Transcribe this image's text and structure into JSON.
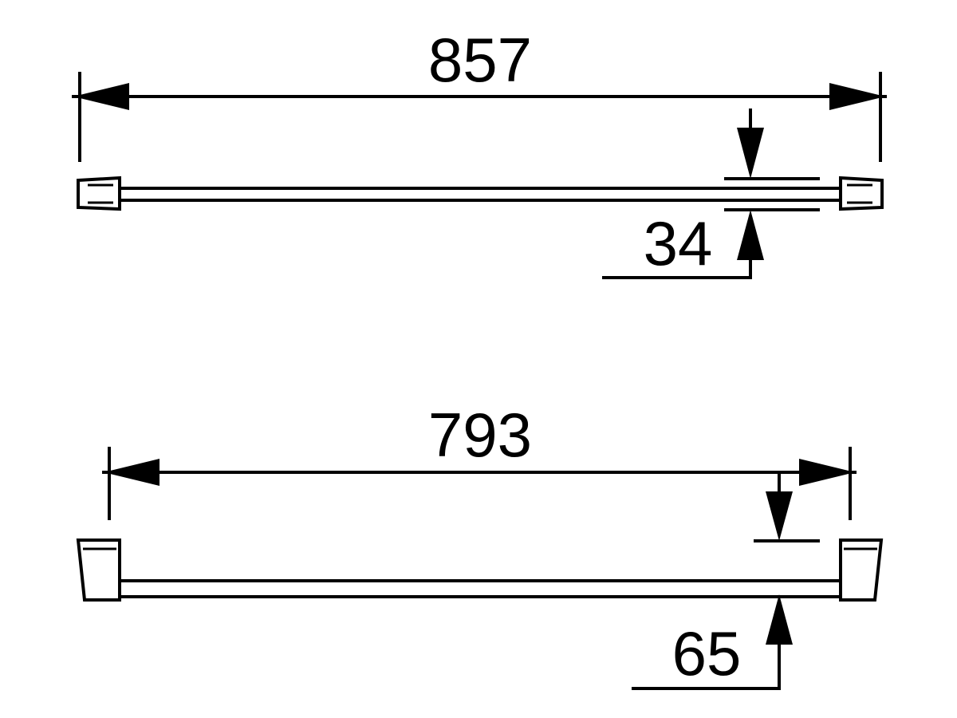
{
  "top_view": {
    "overall_length": "857",
    "bar_diameter": "34"
  },
  "front_view": {
    "inner_length": "793",
    "wall_projection": "65"
  }
}
